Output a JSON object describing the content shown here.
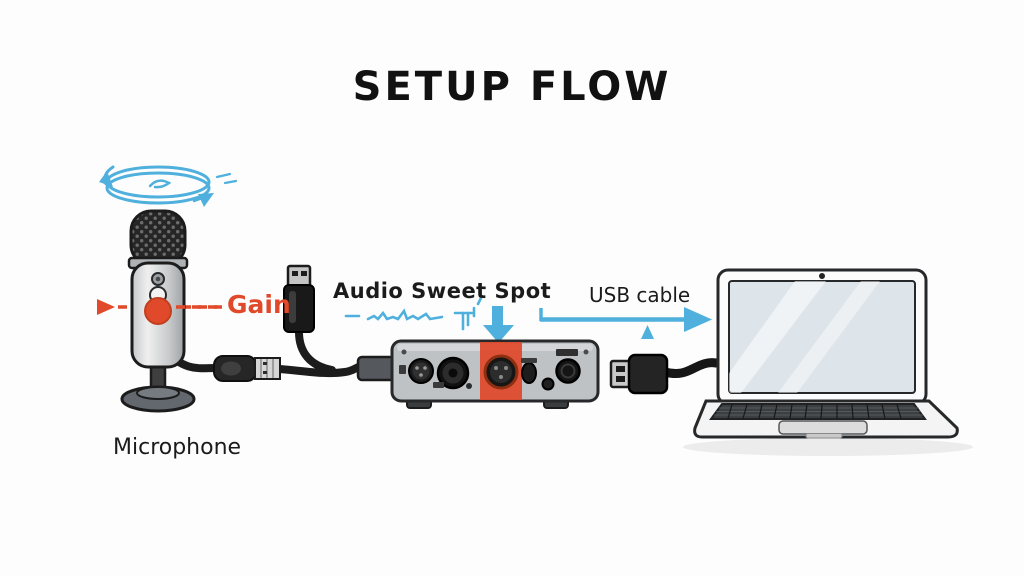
{
  "title": "SETUP FLOW",
  "diagram": {
    "microphone": {
      "label": "Microphone",
      "gain_label": "Gain"
    },
    "interface": {
      "sweet_spot_label": "Audio Sweet Spot"
    },
    "connection": {
      "usb_cable_label": "USB cable"
    },
    "icons": {
      "rotation": "rotate-gesture-ellipse",
      "gain_pointer": "dashed-arrow-right",
      "sweet_spot_waveform": "audio-waveform",
      "input_pointer": "arrow-down",
      "usb_flow": "arrow-right"
    }
  },
  "colors": {
    "accent_blue": "#4fb0dd",
    "accent_red": "#e0492a",
    "ink": "#1c1c1c",
    "device_gray": "#bfc2c5",
    "laptop_screen": "#dde4ea"
  }
}
